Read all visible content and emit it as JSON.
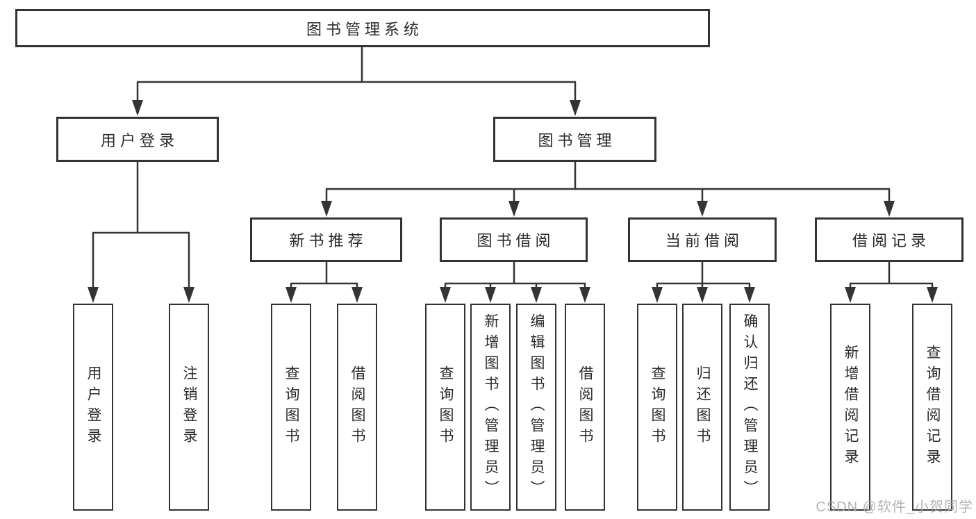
{
  "colors": {
    "line": "#343434",
    "box_border": "#333333",
    "text": "#2a2a2a",
    "watermark": "#a8a8a8",
    "background": "#ffffff"
  },
  "chart_data": {
    "type": "tree-diagram",
    "title": "图书管理系统"
  },
  "diagram": {
    "title": "图书管理系统",
    "level2": {
      "user_login": "用户登录",
      "book_mgmt": "图书管理"
    },
    "level3": {
      "new_book": "新书推荐",
      "book_borrow": "图书借阅",
      "current_borrow": "当前借阅",
      "borrow_record": "借阅记录"
    },
    "leaves": {
      "user_login_1": "用户登录",
      "user_login_2": "注销登录",
      "new_book_1": "查询图书",
      "new_book_2": "借阅图书",
      "book_borrow_1": "查询图书",
      "book_borrow_2": "新增图书（管理员）",
      "book_borrow_3": "编辑图书（管理员）",
      "book_borrow_4": "借阅图书",
      "current_borrow_1": "查询图书",
      "current_borrow_2": "归还图书",
      "current_borrow_3": "确认归还（管理员）",
      "borrow_record_1": "新增借阅记录",
      "borrow_record_2": "查询借阅记录"
    }
  },
  "watermark": "CSDN @软件_小贺同学"
}
